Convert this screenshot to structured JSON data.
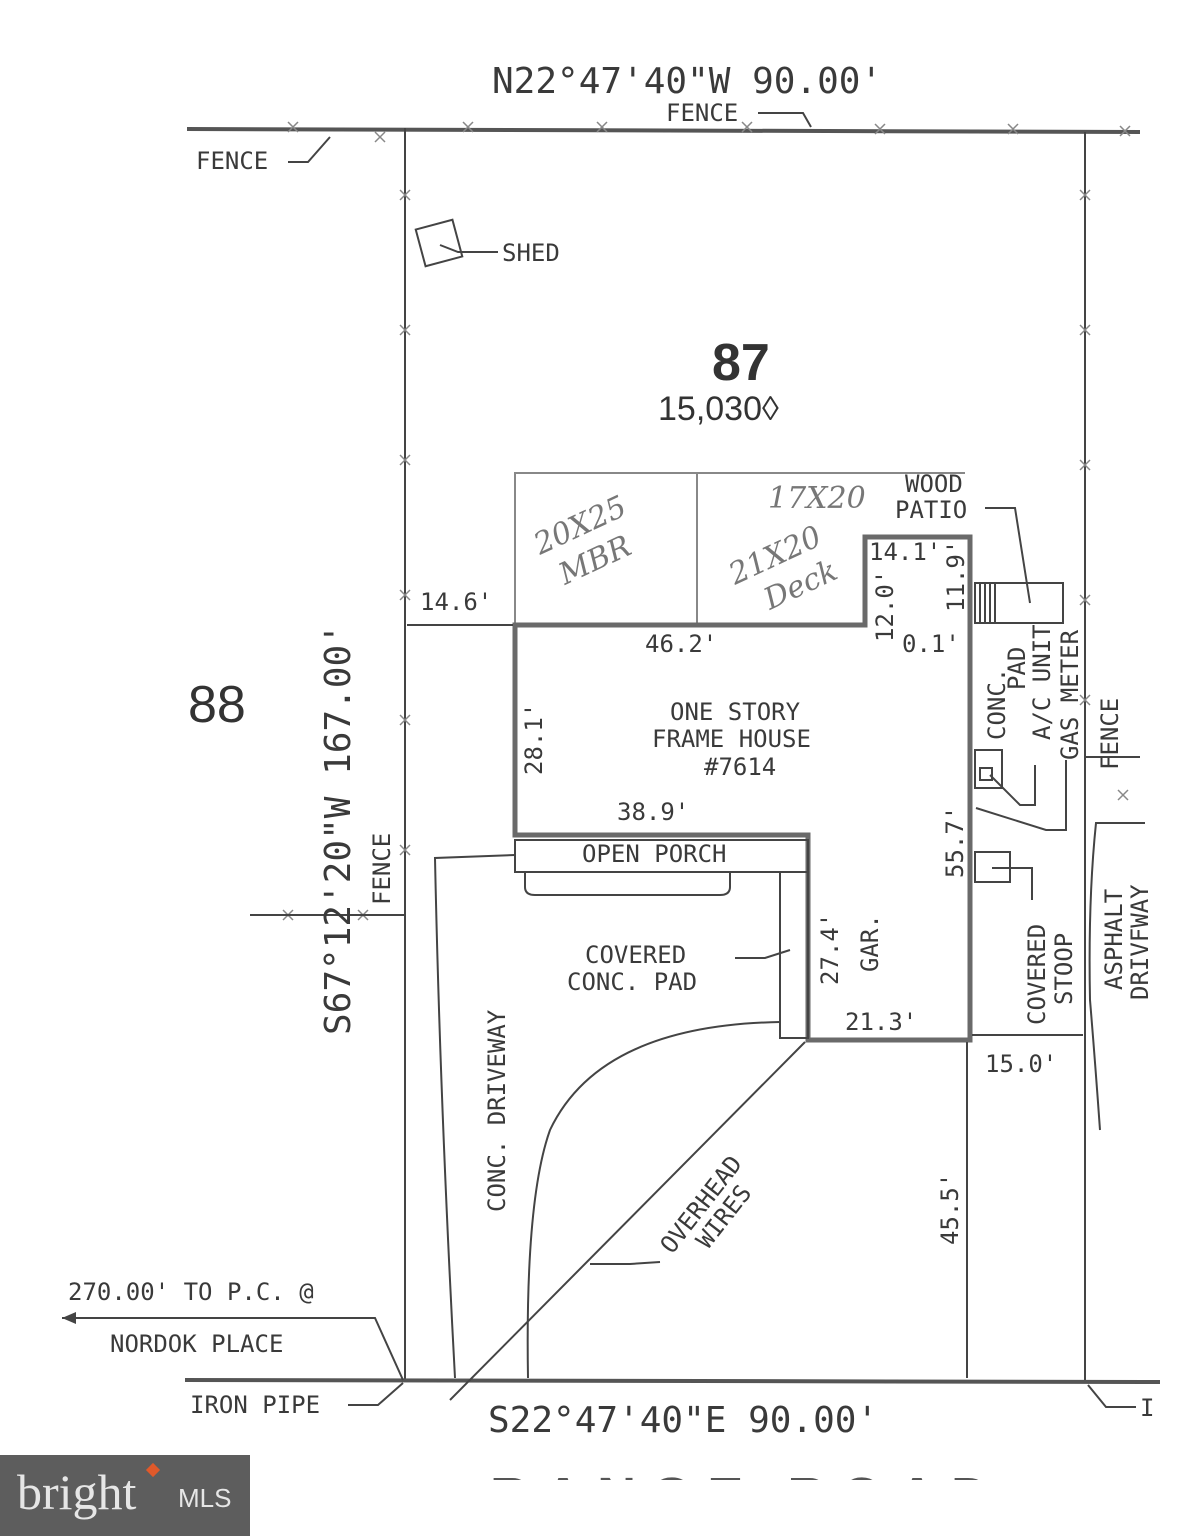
{
  "plat": {
    "bearing_top": "N22°47'40\"W 90.00'",
    "bearing_bottom": "S22°47'40\"E 90.00'",
    "bearing_left": "S67°12'20\"W 167.00'",
    "road_name": "RANGE ROAD",
    "lot_number": "87",
    "lot_area": "15,030◊",
    "adjacent_lot": "88",
    "labels": {
      "fence_top": "FENCE",
      "fence_left_top": "FENCE",
      "fence_left": "FENCE",
      "fence_right": "FENCE",
      "shed": "SHED",
      "wood_patio_1": "WOOD",
      "wood_patio_2": "PATIO",
      "house_1": "ONE STORY",
      "house_2": "FRAME HOUSE",
      "house_3": "#7614",
      "open_porch": "OPEN PORCH",
      "covered_pad_1": "COVERED",
      "covered_pad_2": "CONC. PAD",
      "garage": "GAR.",
      "conc_pad_1": "CONC.",
      "conc_pad_2": "PAD",
      "ac_unit": "A/C UNIT",
      "gas_meter": "GAS METER",
      "covered_stoop_1": "COVERED",
      "covered_stoop_2": "STOOP",
      "asphalt_1": "ASPHALT",
      "asphalt_2": "DRIVFWAY",
      "conc_driveway": "CONC. DRIVEWAY",
      "overhead_1": "OVERHEAD",
      "overhead_2": "WIRES",
      "to_pc": "270.00' TO P.C. @",
      "nordok": "NORDOK PLACE",
      "iron_pipe": "IRON PIPE",
      "iron_pipe_right": "I"
    },
    "dimensions": {
      "left_setback": "14.6'",
      "rear_width": "46.2'",
      "left_depth": "28.1'",
      "front_width": "38.9'",
      "offset_top": "14.1'",
      "offset_left": "12.0'",
      "offset_right": "11.9'",
      "offset_small": "0.1'",
      "right_depth": "55.7'",
      "garage_depth": "27.4'",
      "garage_width": "21.3'",
      "right_setback": "15.0'",
      "front_setback": "45.5'"
    },
    "handwritten": {
      "mbr_1": "20X25",
      "mbr_2": "MBR",
      "deck_1": "21X20",
      "deck_2": "Deck",
      "patio": "17X20"
    }
  },
  "watermark": {
    "brand": "bright",
    "suffix": "MLS",
    "accent_color": "#e0592a"
  }
}
